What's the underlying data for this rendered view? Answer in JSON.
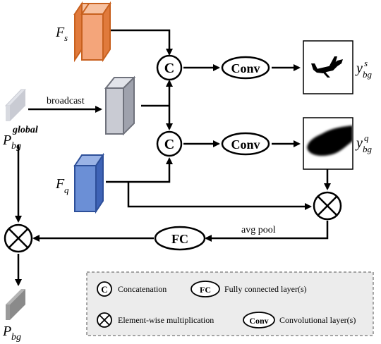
{
  "labels": {
    "fs_main": "F",
    "fs_sub": "s",
    "fq_main": "F",
    "fq_sub": "q",
    "pglobal_main": "P",
    "pglobal_sub": "bg",
    "pglobal_sup": "global",
    "pbg_main": "P",
    "pbg_sub": "bg",
    "ys_main": "y",
    "ys_sub": "bg",
    "ys_sup": "s",
    "yq_main": "y",
    "yq_sub": "bg",
    "yq_sup": "q"
  },
  "ops": {
    "concat_symbol": "C",
    "conv_label": "Conv",
    "fc_label": "FC",
    "broadcast_label": "broadcast",
    "avgpool_label": "avg pool"
  },
  "legend": {
    "concat_symbol": "C",
    "concat_text": "Concatenation",
    "fc_symbol": "FC",
    "fc_text": "Fully connected layer(s)",
    "mult_text": "Element-wise multiplication",
    "conv_symbol": "Conv",
    "conv_text": "Convolutional layer(s)"
  },
  "colors": {
    "fs_front": "#f4a57a",
    "fs_side": "#e07a3c",
    "fs_top": "#f7c2a2",
    "fs_stroke": "#c8611f",
    "fq_front": "#6b8fd6",
    "fq_side": "#3e63b6",
    "fq_top": "#9ab3e6",
    "fq_stroke": "#2d4f99",
    "gray_front": "#c9cbd3",
    "gray_side": "#9fa2ad",
    "gray_top": "#e2e4ea",
    "gray_stroke": "#6f727c",
    "pbg_front": "#8a8a8a",
    "pbg_top": "#b5b5b5",
    "legend_bg": "#ececec",
    "legend_border": "#8a8a8a"
  }
}
